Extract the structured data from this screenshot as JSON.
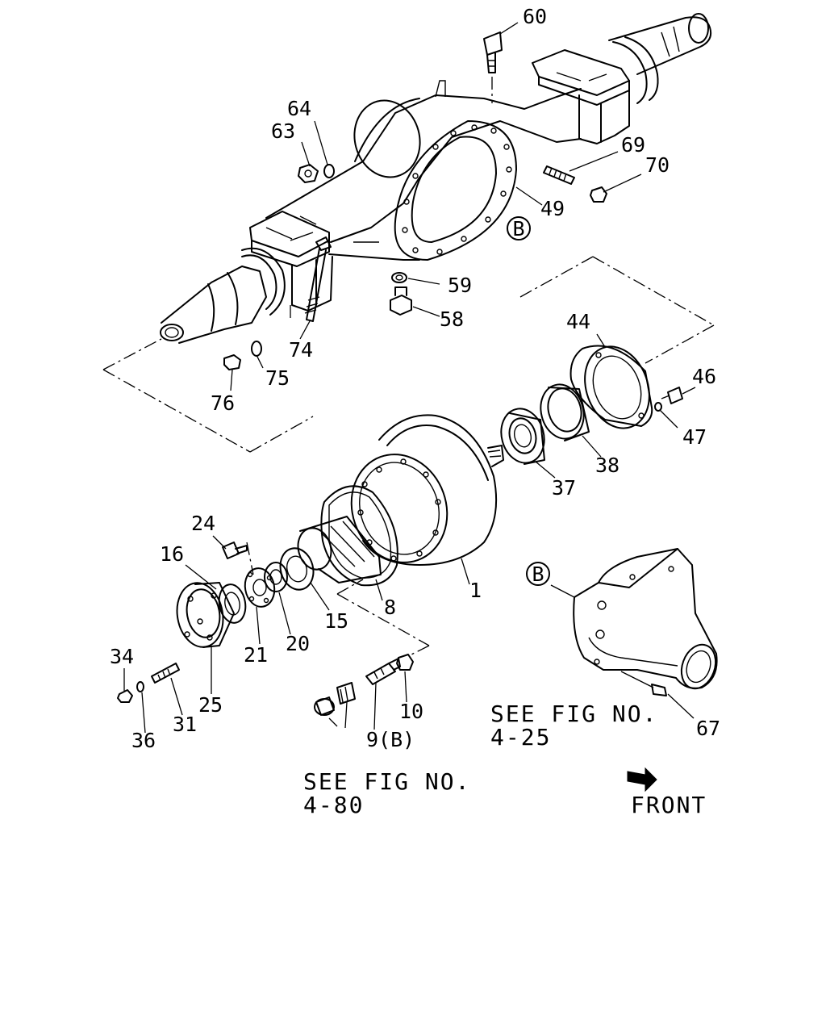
{
  "diagram": {
    "part_numbers": {
      "p60": "60",
      "p64": "64",
      "p63": "63",
      "p69": "69",
      "p70": "70",
      "p49": "49",
      "p59": "59",
      "p58": "58",
      "p74": "74",
      "p75": "75",
      "p76": "76",
      "p44": "44",
      "p46": "46",
      "p47": "47",
      "p38": "38",
      "p37": "37",
      "p24": "24",
      "p16": "16",
      "p1": "1",
      "p8": "8",
      "p15": "15",
      "p20": "20",
      "p21": "21",
      "p25": "25",
      "p34": "34",
      "p36": "36",
      "p31": "31",
      "p10": "10",
      "p9b": "9(B)",
      "p67": "67"
    },
    "callout_b": "B",
    "see_fig_425": {
      "line1": "SEE FIG NO.",
      "line2": "4-25"
    },
    "see_fig_480": {
      "line1": "SEE FIG NO.",
      "line2": "4-80"
    },
    "front_label": "FRONT"
  }
}
